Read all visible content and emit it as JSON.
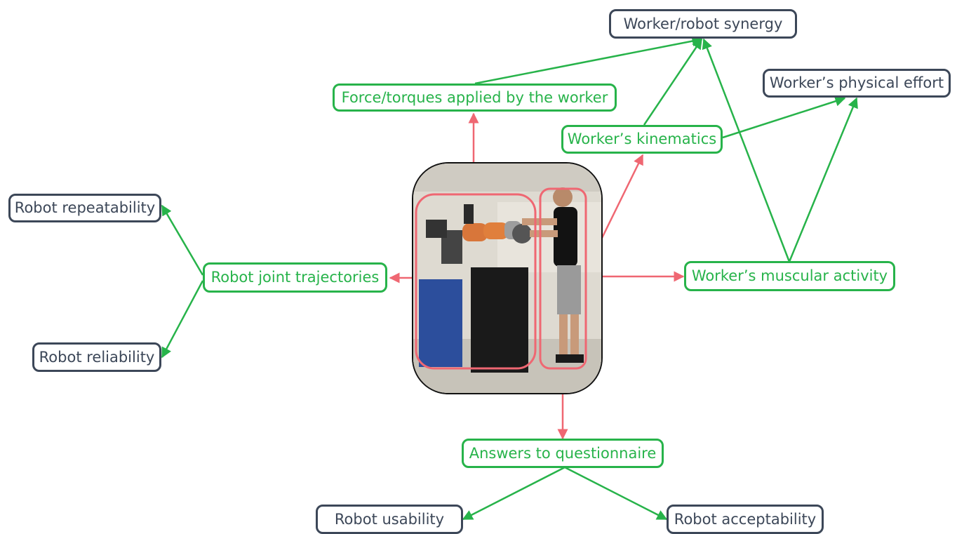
{
  "colors": {
    "measurement": "#27b34a",
    "outcome": "#3c4758",
    "source_link": "#ef6772",
    "derivation_link": "#27b34a"
  },
  "photo": {
    "description_icon": "robot-worker-photo",
    "regions": [
      "robot-region",
      "worker-region"
    ]
  },
  "nodes": {
    "worker_robot_synergy": "Worker/robot synergy",
    "force_torques": "Force/torques applied by the worker",
    "worker_physical_effort": "Worker’s physical effort",
    "worker_kinematics": "Worker’s kinematics",
    "robot_repeatability": "Robot repeatability",
    "robot_joint_trajectories": "Robot joint trajectories",
    "worker_muscular_activity": "Worker’s muscular activity",
    "robot_reliability": "Robot reliability",
    "answers_questionnaire": "Answers to questionnaire",
    "robot_usability": "Robot usability",
    "robot_acceptability": "Robot acceptability"
  }
}
